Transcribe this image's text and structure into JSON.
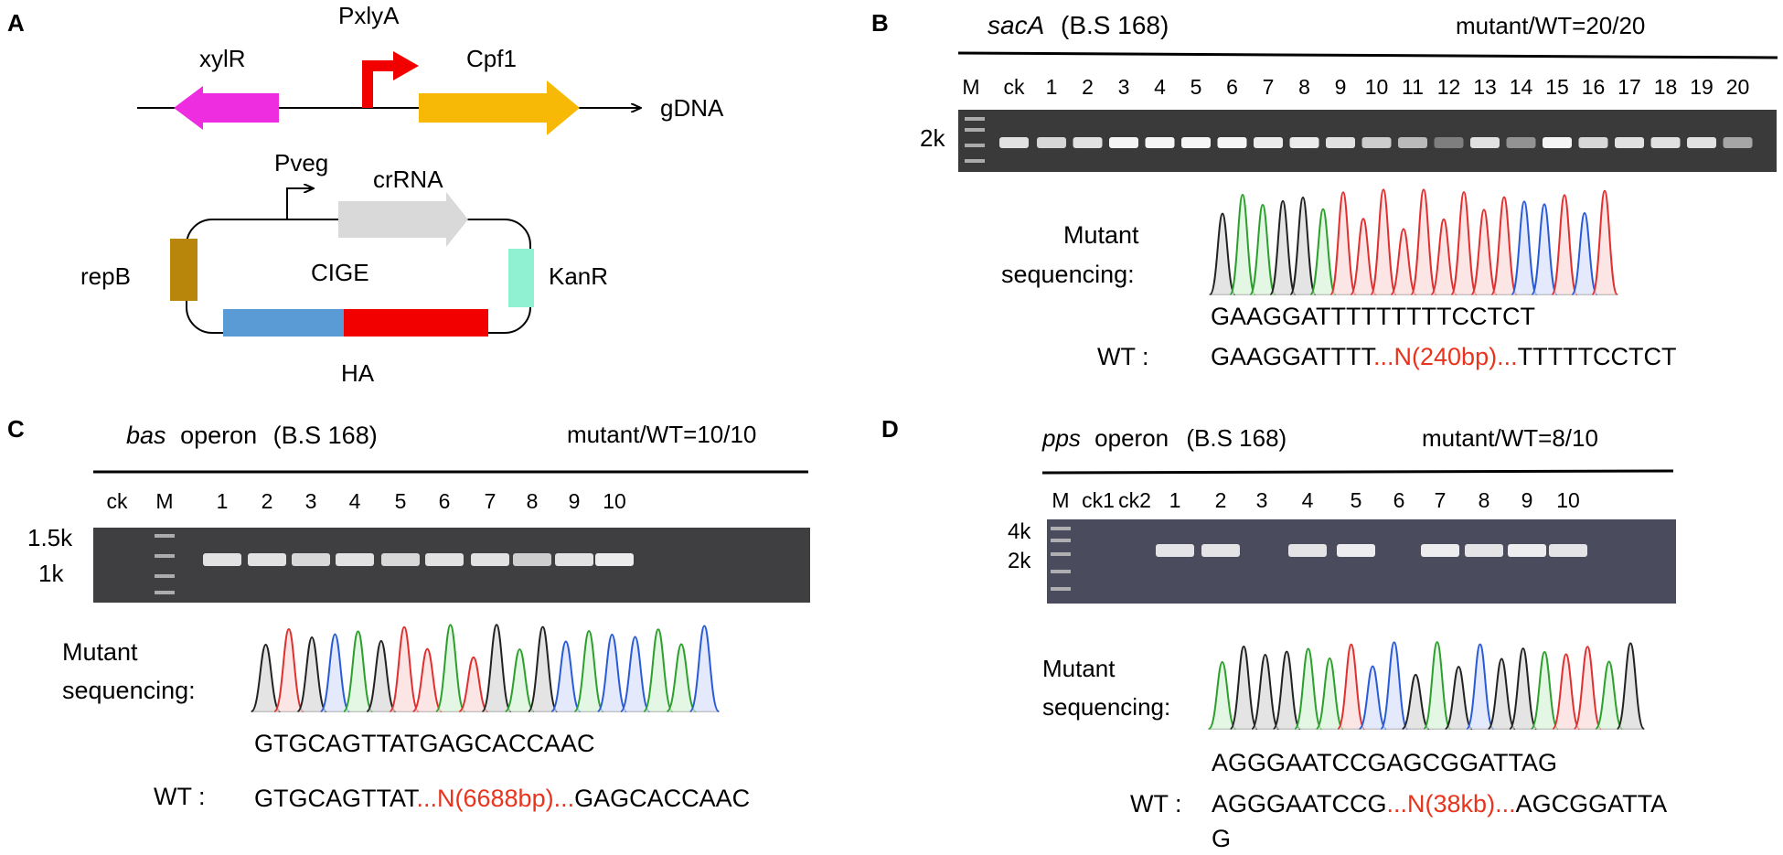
{
  "panelA": {
    "letter": "A",
    "gene_xylR": "xylR",
    "promoter_PxlyA": "PxlyA",
    "gene_Cpf1": "Cpf1",
    "gDNA": "gDNA",
    "promoter_Pveg": "Pveg",
    "crRNA": "crRNA",
    "repB": "repB",
    "plasmid_name": "CIGE",
    "KanR": "KanR",
    "HA": "HA",
    "colors": {
      "xylR": "#EE2DE0",
      "PxlyA": "#F20000",
      "Cpf1": "#F7B905",
      "crRNA": "#D9D9D9",
      "repB": "#B8860B",
      "KanR": "#8FF0D2",
      "HA_left": "#5B9BD5",
      "HA_right": "#F20000"
    }
  },
  "panelB": {
    "letter": "B",
    "title_gene": "sacA",
    "title_strain": "(B.S 168)",
    "ratio": "mutant/WT=20/20",
    "lanes": [
      "M",
      "ck",
      "1",
      "2",
      "3",
      "4",
      "5",
      "6",
      "7",
      "8",
      "9",
      "10",
      "11",
      "12",
      "13",
      "14",
      "15",
      "16",
      "17",
      "18",
      "19",
      "20"
    ],
    "band_intensity": [
      0.85,
      0.8,
      0.85,
      0.95,
      0.95,
      0.95,
      0.95,
      0.9,
      0.9,
      0.85,
      0.75,
      0.65,
      0.35,
      0.85,
      0.45,
      0.95,
      0.8,
      0.85,
      0.85,
      0.85,
      0.55
    ],
    "size_label": "2k",
    "seq_label_1": "Mutant",
    "seq_label_2": "sequencing:",
    "mutant_seq": "GAAGGATTTTTTTTTCCTCT",
    "wt_label": "WT :",
    "wt_left": "GAAGGATTTT",
    "wt_mid": "...N(240bp)...",
    "wt_right": "TTTTTCCTCT"
  },
  "panelC": {
    "letter": "C",
    "title_gene": "bas",
    "title_rest": "operon",
    "title_strain": "(B.S 168)",
    "ratio": "mutant/WT=10/10",
    "lanes": [
      "ck",
      "M",
      "1",
      "2",
      "3",
      "4",
      "5",
      "6",
      "7",
      "8",
      "9",
      "10"
    ],
    "band_intensity": [
      0.85,
      0.85,
      0.8,
      0.85,
      0.8,
      0.85,
      0.85,
      0.75,
      0.85,
      0.9
    ],
    "size_labels": [
      "1.5k",
      "1k"
    ],
    "seq_label_1": "Mutant",
    "seq_label_2": "sequencing:",
    "mutant_seq": "GTGCAGTTATGAGCACCAAC",
    "wt_label": "WT :",
    "wt_left": "GTGCAGTTAT",
    "wt_mid": "...N(6688bp)...",
    "wt_right": "GAGCACCAAC"
  },
  "panelD": {
    "letter": "D",
    "title_gene": "pps",
    "title_rest": "operon",
    "title_strain": "(B.S 168)",
    "ratio": "mutant/WT=8/10",
    "lanes": [
      "M",
      "ck1",
      "ck2",
      "1",
      "2",
      "3",
      "4",
      "5",
      "6",
      "7",
      "8",
      "9",
      "10"
    ],
    "band_intensity": [
      0.85,
      0.85,
      0,
      0.85,
      0.9,
      0,
      0.9,
      0.85,
      0.9,
      0.85
    ],
    "size_labels": [
      "4k",
      "2k"
    ],
    "seq_label_1": "Mutant",
    "seq_label_2": "sequencing:",
    "mutant_seq": "AGGGAATCCGAGCGGATTAG",
    "wt_label": "WT :",
    "wt_left": "AGGGAATCCG",
    "wt_mid": "...N(38kb)...",
    "wt_right": "AGCGGATTA",
    "wt_wrap": "G"
  }
}
